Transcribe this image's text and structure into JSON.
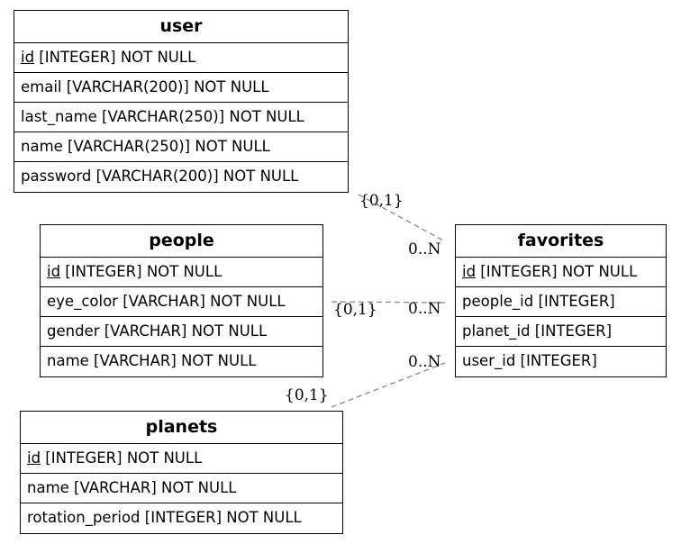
{
  "entities": {
    "user": {
      "name": "user",
      "columns": [
        {
          "pk": "id",
          "rest": " [INTEGER] NOT NULL"
        },
        {
          "text": "email [VARCHAR(200)] NOT NULL"
        },
        {
          "text": "last_name [VARCHAR(250)] NOT NULL"
        },
        {
          "text": "name [VARCHAR(250)] NOT NULL"
        },
        {
          "text": "password [VARCHAR(200)] NOT NULL"
        }
      ]
    },
    "people": {
      "name": "people",
      "columns": [
        {
          "pk": "id",
          "rest": " [INTEGER] NOT NULL"
        },
        {
          "text": "eye_color [VARCHAR] NOT NULL"
        },
        {
          "text": "gender [VARCHAR] NOT NULL"
        },
        {
          "text": "name [VARCHAR] NOT NULL"
        }
      ]
    },
    "planets": {
      "name": "planets",
      "columns": [
        {
          "pk": "id",
          "rest": " [INTEGER] NOT NULL"
        },
        {
          "text": "name [VARCHAR] NOT NULL"
        },
        {
          "text": "rotation_period [INTEGER] NOT NULL"
        }
      ]
    },
    "favorites": {
      "name": "favorites",
      "columns": [
        {
          "pk": "id",
          "rest": " [INTEGER] NOT NULL"
        },
        {
          "text": "people_id [INTEGER]"
        },
        {
          "text": "planet_id [INTEGER]"
        },
        {
          "text": "user_id [INTEGER]"
        }
      ]
    }
  },
  "relations": [
    {
      "from": "user",
      "to": "favorites",
      "from_card": "{0,1}",
      "to_card": "0..N"
    },
    {
      "from": "people",
      "to": "favorites",
      "from_card": "{0,1}",
      "to_card": "0..N"
    },
    {
      "from": "planets",
      "to": "favorites",
      "from_card": "{0,1}",
      "to_card": "0..N"
    }
  ],
  "colors": {
    "line": "#888888",
    "border": "#000000"
  }
}
